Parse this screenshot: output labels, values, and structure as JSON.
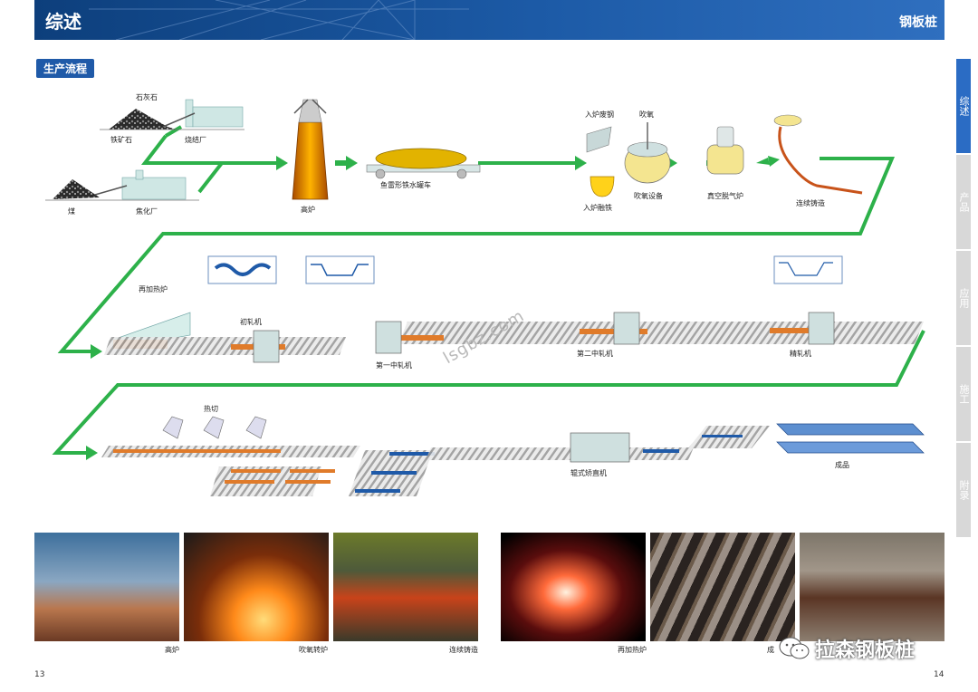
{
  "header": {
    "title": "综述",
    "right_label": "钢板桩"
  },
  "section_title": "生产流程",
  "tabs": [
    {
      "label": "综述"
    },
    {
      "label": "产品"
    },
    {
      "label": "应用"
    },
    {
      "label": "施工"
    },
    {
      "label": "附录"
    }
  ],
  "labels": {
    "limestone": "石灰石",
    "iron_ore": "铁矿石",
    "sinter": "烧结厂",
    "coal": "煤",
    "coke": "焦化厂",
    "blast_furnace": "高炉",
    "torpedo": "鱼雷形铁水罐车",
    "scrap": "入炉废钢",
    "oxygen": "吹氧",
    "hot_metal": "入炉融铁",
    "bof": "吹氧设备",
    "degas": "真空脱气炉",
    "caster": "连续铸造",
    "reheat": "再加热炉",
    "rough": "初轧机",
    "inter1": "第一中轧机",
    "inter2": "第二中轧机",
    "finish": "精轧机",
    "hotcut": "热切",
    "straightener": "辊式矫直机",
    "product": "成品"
  },
  "photos": [
    {
      "caption": "高炉"
    },
    {
      "caption": "吹氧转炉"
    },
    {
      "caption": "连续铸造"
    },
    {
      "caption": "再加热炉"
    },
    {
      "caption": ""
    },
    {
      "caption": "成"
    }
  ],
  "watermark": "lsgbz.com",
  "brand": "拉森钢板桩",
  "page_left": "13",
  "page_right": "14",
  "colors": {
    "header": "#1c5aa6",
    "flow_arrow": "#2db14a",
    "tab_active": "#2b6cc4"
  }
}
